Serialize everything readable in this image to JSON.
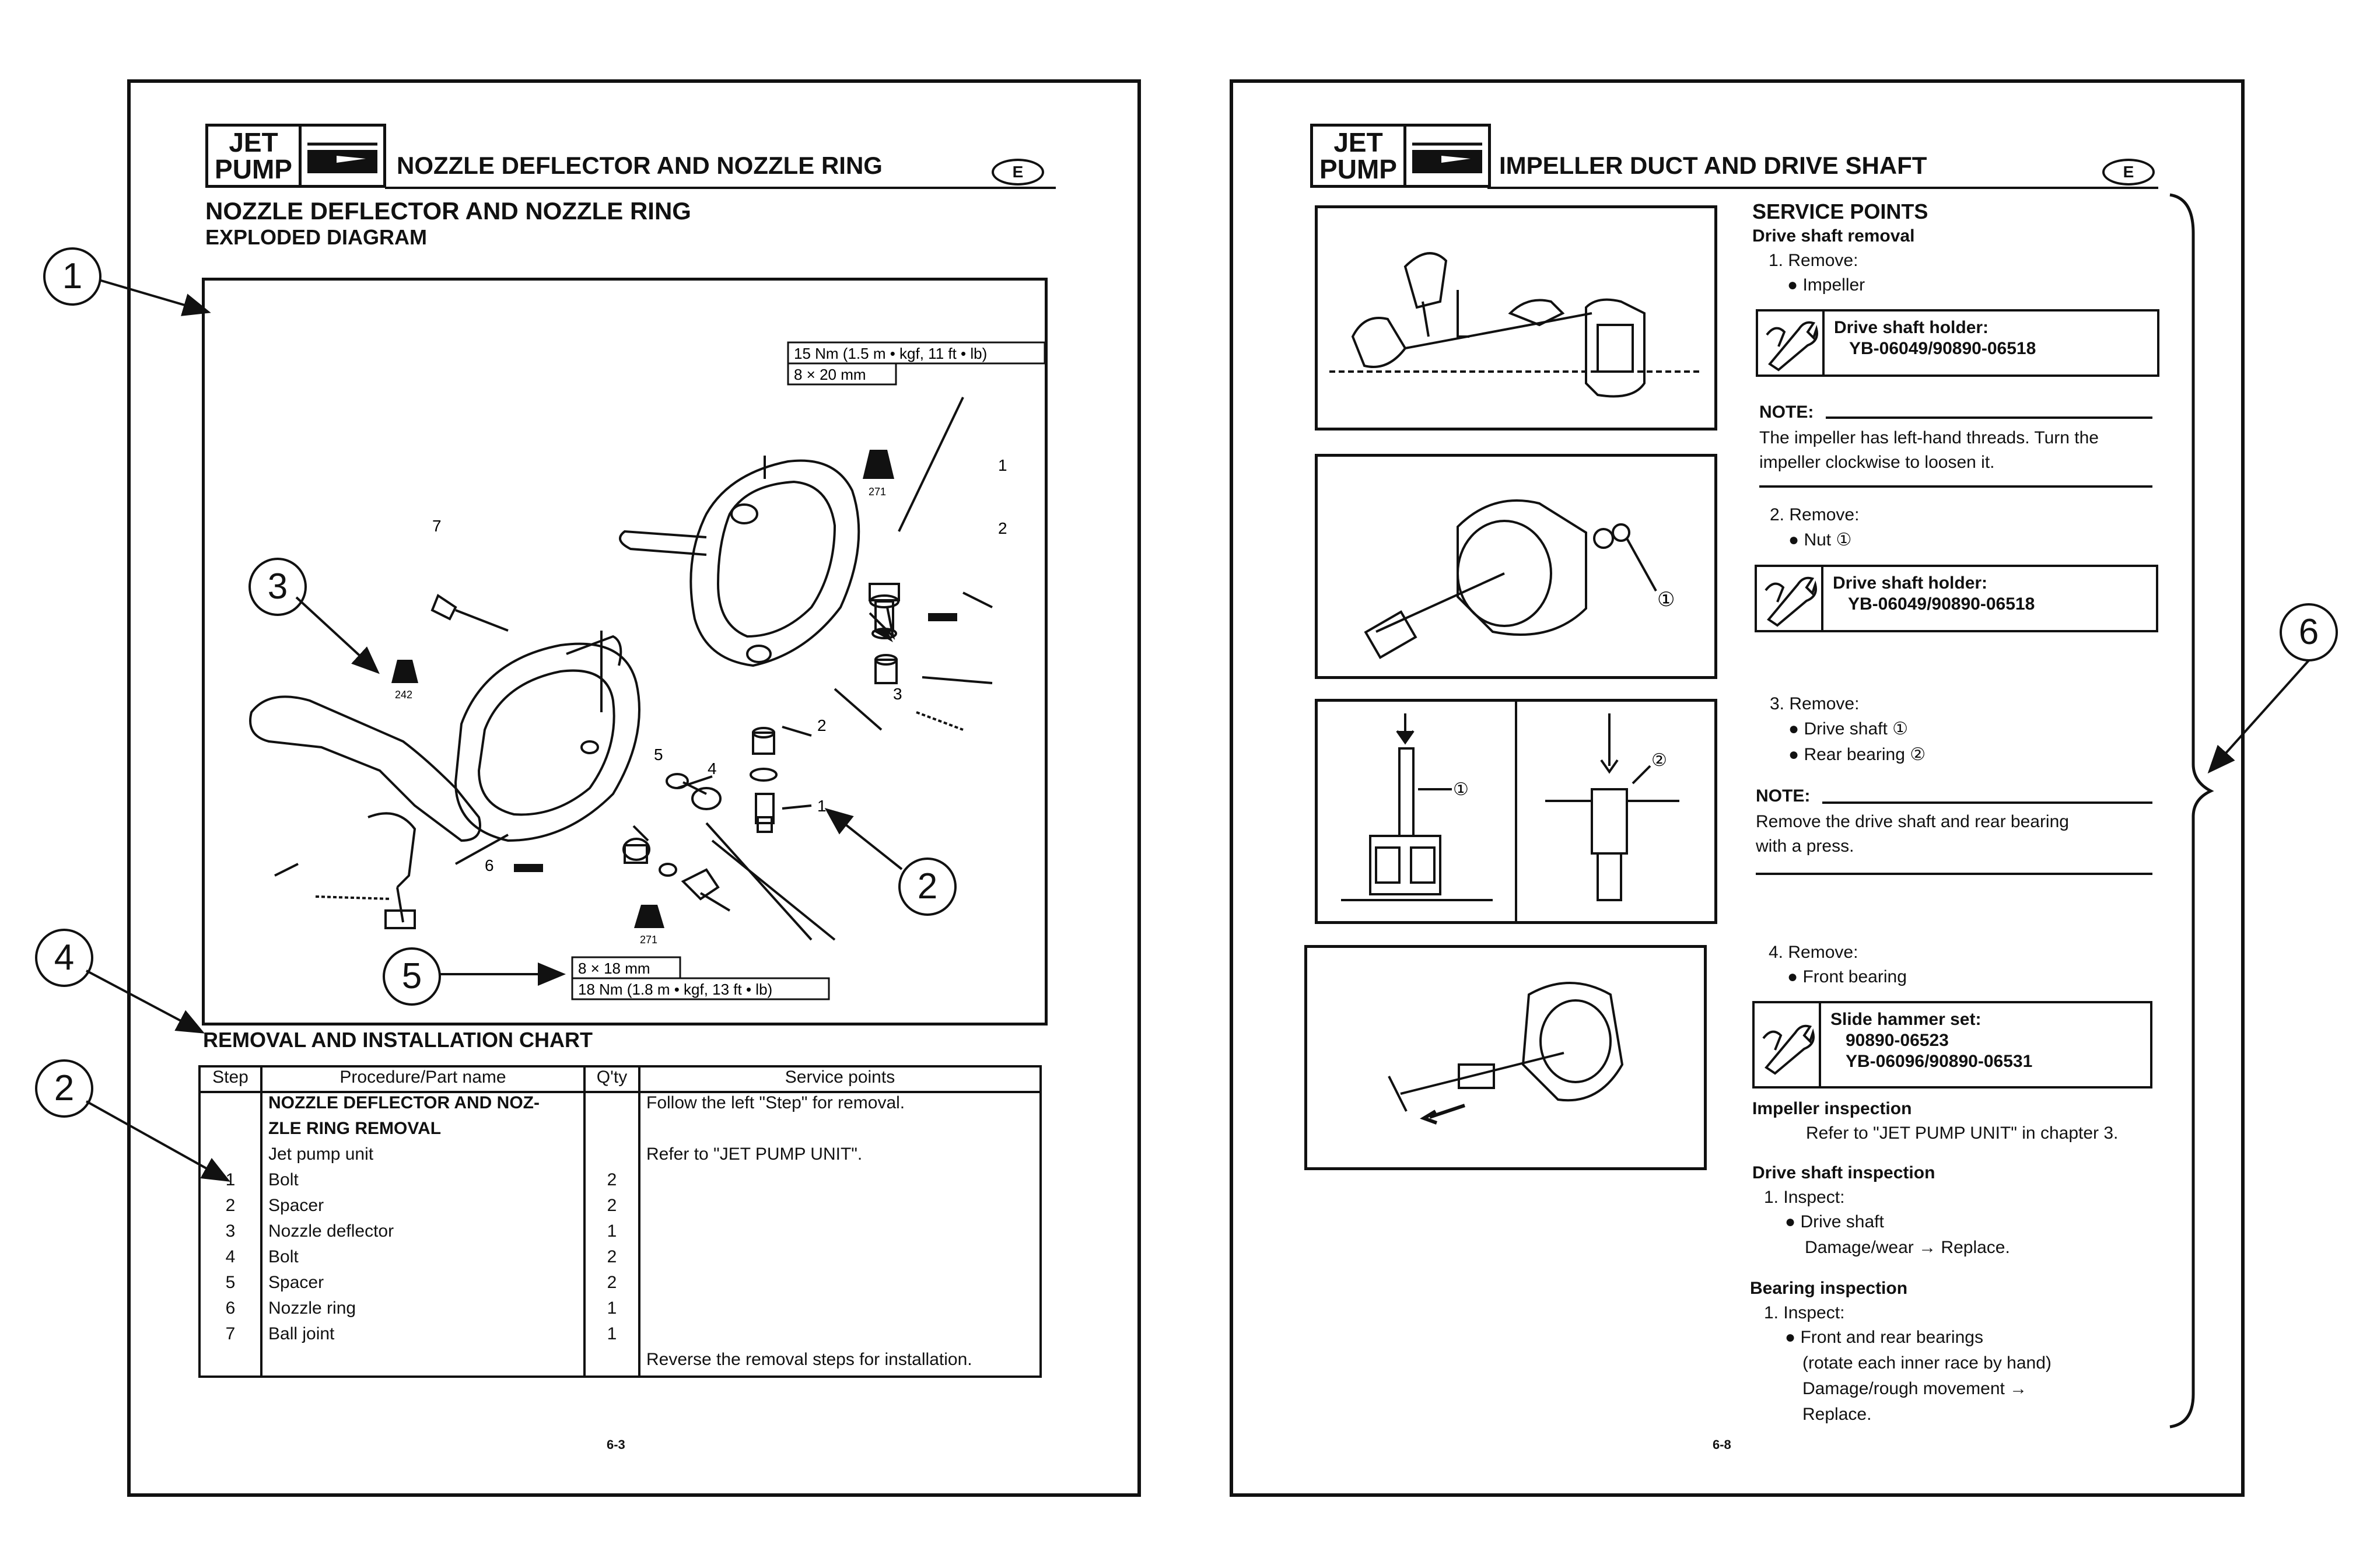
{
  "left_page": {
    "logo": {
      "line1": "JET",
      "line2": "PUMP"
    },
    "header_title": "NOZZLE DEFLECTOR AND NOZZLE RING",
    "badge": "E",
    "section_title": "NOZZLE DEFLECTOR AND NOZZLE RING",
    "subtitle": "EXPLODED DIAGRAM",
    "diagram": {
      "torque_top_1": "15 Nm (1.5 m • kgf, 11 ft • lb)",
      "torque_top_2": "8 × 20 mm",
      "torque_bottom_1": "8 × 18 mm",
      "torque_bottom_2": "18 Nm (1.8 m • kgf, 13 ft • lb)",
      "loctite_271_a": "271",
      "loctite_242": "242",
      "loctite_271_b": "271",
      "part_numbers": [
        "1",
        "2",
        "3",
        "2",
        "1",
        "4",
        "5",
        "6",
        "7"
      ]
    },
    "callouts": [
      "1",
      "2",
      "3",
      "4",
      "5",
      "2"
    ],
    "chart_title": "REMOVAL AND INSTALLATION CHART",
    "table": {
      "headers": [
        "Step",
        "Procedure/Part name",
        "Q'ty",
        "Service points"
      ],
      "rows": [
        [
          "",
          "NOZZLE DEFLECTOR AND NOZ-",
          "",
          "Follow the left \"Step\" for removal."
        ],
        [
          "",
          "ZLE RING REMOVAL",
          "",
          ""
        ],
        [
          "",
          "Jet pump unit",
          "",
          "Refer to \"JET PUMP UNIT\"."
        ],
        [
          "1",
          "Bolt",
          "2",
          ""
        ],
        [
          "2",
          "Spacer",
          "2",
          ""
        ],
        [
          "3",
          "Nozzle deflector",
          "1",
          ""
        ],
        [
          "4",
          "Bolt",
          "2",
          ""
        ],
        [
          "5",
          "Spacer",
          "2",
          ""
        ],
        [
          "6",
          "Nozzle ring",
          "1",
          ""
        ],
        [
          "7",
          "Ball joint",
          "1",
          ""
        ],
        [
          "",
          "",
          "",
          "Reverse the removal steps for installation."
        ]
      ]
    },
    "page_number": "6-3"
  },
  "right_page": {
    "logo": {
      "line1": "JET",
      "line2": "PUMP"
    },
    "header_title": "IMPELLER DUCT AND DRIVE SHAFT",
    "badge": "E",
    "service_points": "SERVICE POINTS",
    "drive_shaft_removal": "Drive shaft removal",
    "step1": "1. Remove:",
    "step1_item": "● Impeller",
    "tool1": {
      "name": "Drive shaft holder:",
      "pn": "YB-06049/90890-06518"
    },
    "note1_label": "NOTE:",
    "note1_text1": "The impeller has left-hand threads. Turn the",
    "note1_text2": "impeller clockwise to loosen it.",
    "step2": "2. Remove:",
    "step2_item": "● Nut ①",
    "tool2": {
      "name": "Drive shaft holder:",
      "pn": "YB-06049/90890-06518"
    },
    "step3": "3. Remove:",
    "step3_item1": "● Drive shaft ①",
    "step3_item2": "● Rear bearing ②",
    "note2_label": "NOTE:",
    "note2_text1": "Remove the drive shaft and rear bearing",
    "note2_text2": "with a press.",
    "step4": "4. Remove:",
    "step4_item": "● Front bearing",
    "tool3": {
      "name": "Slide hammer set:",
      "pn1": "90890-06523",
      "pn2": "YB-06096/90890-06531"
    },
    "impeller_inspection": "Impeller inspection",
    "impeller_ref": "Refer to \"JET PUMP UNIT\" in chapter 3.",
    "drive_shaft_inspection": "Drive shaft inspection",
    "ds_inspect": "1. Inspect:",
    "ds_item": "● Drive shaft",
    "ds_result": "Damage/wear → Replace.",
    "bearing_inspection": "Bearing inspection",
    "b_inspect": "1. Inspect:",
    "b_item": "● Front and rear bearings",
    "b_note": "(rotate each inner race by hand)",
    "b_result1": "Damage/rough movement →",
    "b_result2": "Replace.",
    "photo_labels": [
      "①",
      "①",
      "②"
    ],
    "callout": "6",
    "page_number": "6-8"
  }
}
